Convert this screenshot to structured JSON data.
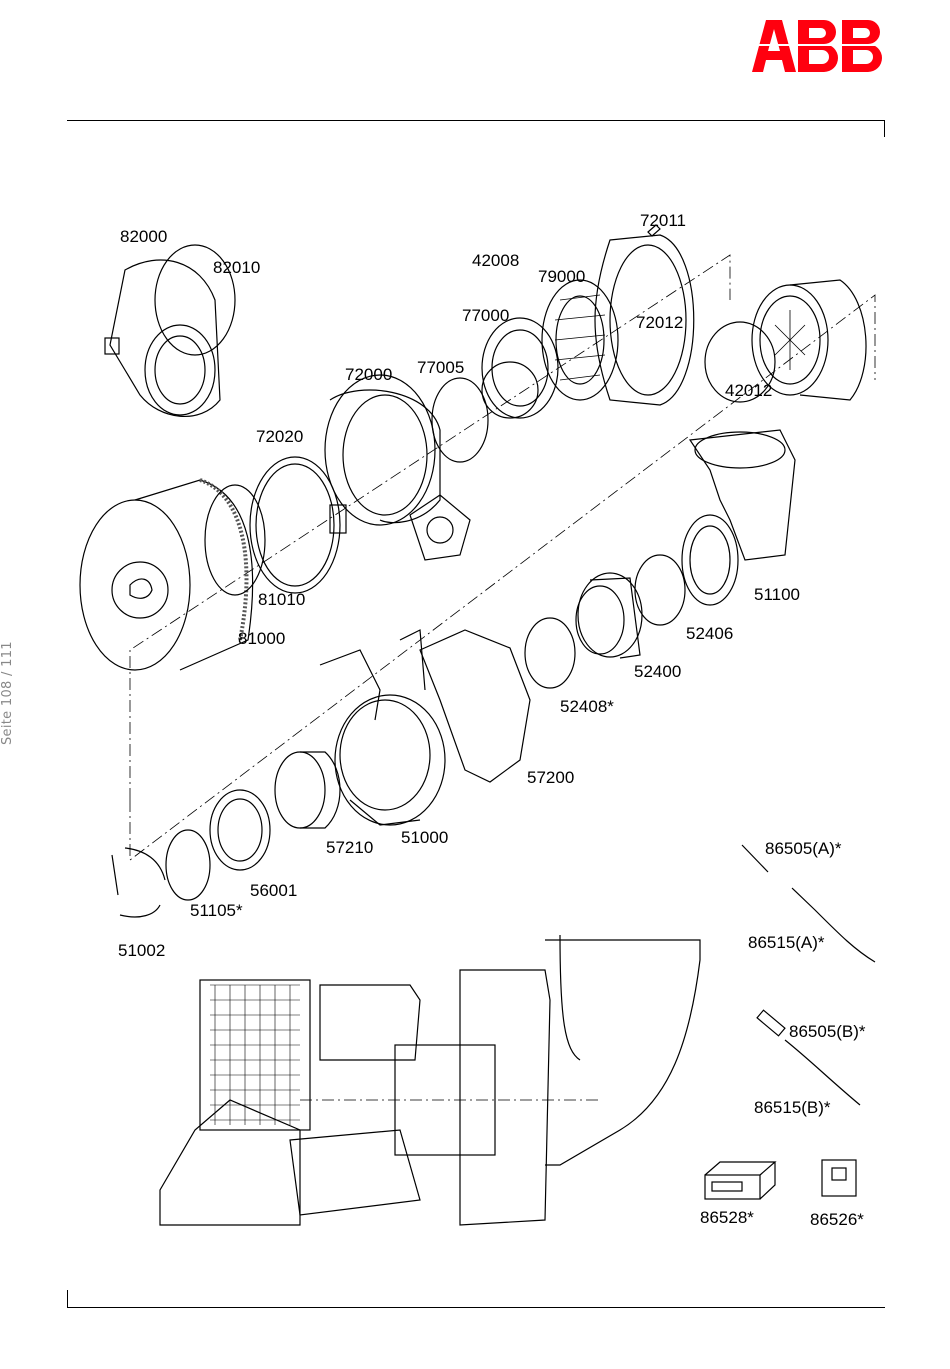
{
  "header": {
    "logo_text": "ABB",
    "brand_color": "#ff000f"
  },
  "footer": {
    "page_number": "Seite 108 / 111"
  },
  "parts": [
    {
      "id": "82000"
    },
    {
      "id": "82010"
    },
    {
      "id": "72011"
    },
    {
      "id": "42008"
    },
    {
      "id": "79000"
    },
    {
      "id": "77000"
    },
    {
      "id": "72012"
    },
    {
      "id": "77005"
    },
    {
      "id": "72000"
    },
    {
      "id": "42012"
    },
    {
      "id": "72020"
    },
    {
      "id": "81010"
    },
    {
      "id": "81000"
    },
    {
      "id": "51100"
    },
    {
      "id": "52406"
    },
    {
      "id": "52400"
    },
    {
      "id": "52408*"
    },
    {
      "id": "57200"
    },
    {
      "id": "57210"
    },
    {
      "id": "51000"
    },
    {
      "id": "56001"
    },
    {
      "id": "51105*"
    },
    {
      "id": "51002"
    },
    {
      "id": "86505(A)*"
    },
    {
      "id": "86515(A)*"
    },
    {
      "id": "86505(B)*"
    },
    {
      "id": "86515(B)*"
    },
    {
      "id": "86528*"
    },
    {
      "id": "86526*"
    }
  ]
}
